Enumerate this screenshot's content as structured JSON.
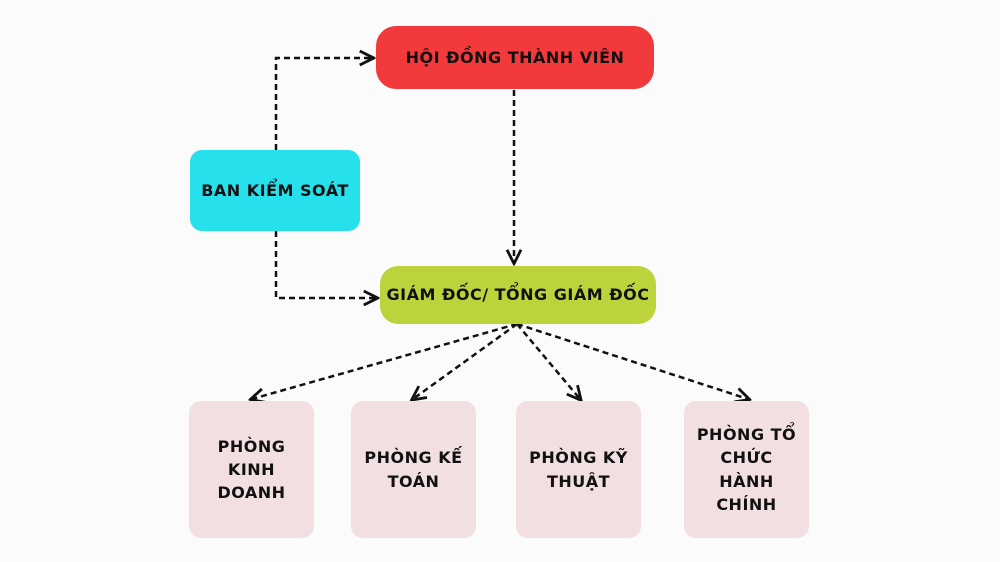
{
  "diagram": {
    "colors": {
      "top_node": "#f23a3c",
      "side_node": "#26e0ec",
      "middle_node": "#bcd33c",
      "department_node": "#f1dfe1",
      "connector": "#111111"
    },
    "nodes": {
      "members_council": "HỘI ĐỒNG THÀNH VIÊN",
      "supervisory_board": "BAN KIỂM SOÁT",
      "director": "GIÁM ĐỐC/ TỔNG GIÁM ĐỐC",
      "departments": [
        "PHÒNG KINH DOANH",
        "PHÒNG KẾ TOÁN",
        "PHÒNG KỸ THUẬT",
        "PHÒNG TỔ CHỨC HÀNH CHÍNH"
      ]
    },
    "connector_style": "dashed-arrow"
  }
}
